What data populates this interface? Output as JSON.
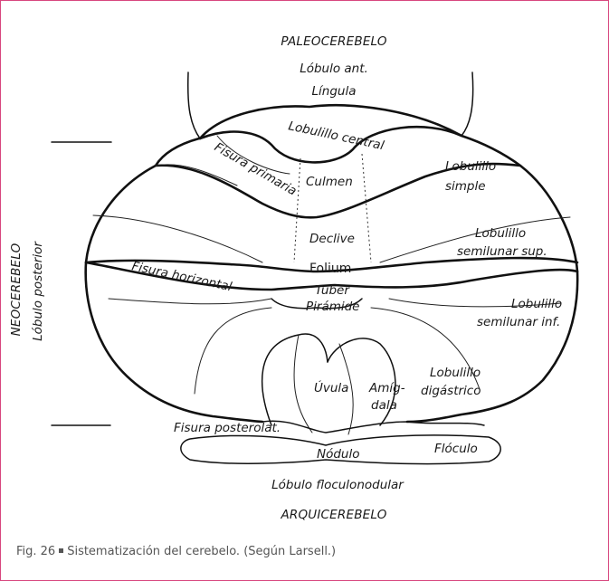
{
  "labels": {
    "paleocerebelo": "PALEOCEREBELO",
    "lobulo_ant": "Lóbulo ant.",
    "lingula": "Língula",
    "lobulillo_central": "Lobulillo central",
    "fisura_primaria": "Fisura primaria",
    "culmen": "Culmen",
    "lobulillo_simple_1": "Lobulillo",
    "lobulillo_simple_2": "simple",
    "declive": "Declive",
    "lobulillo_sem_sup_1": "Lobulillo",
    "lobulillo_sem_sup_2": "semilunar sup.",
    "folium": "Folium",
    "fisura_horizontal": "Fisura horizontal",
    "tuber": "Tuber",
    "piramide": "Pirámide",
    "lobulillo_sem_inf_1": "Lobulillo",
    "lobulillo_sem_inf_2": "semilunar inf.",
    "neocerebelo": "NEOCEREBELO",
    "lobulo_posterior": "Lóbulo posterior",
    "uvula": "Úvula",
    "amigdala_1": "Amíg-",
    "amigdala_2": "dala",
    "lobulillo_dig_1": "Lobulillo",
    "lobulillo_dig_2": "digástrico",
    "fisura_posterolat": "Fisura posterolat.",
    "nodulo": "Nódulo",
    "floculo": "Flóculo",
    "lobulo_floculonodular": "Lóbulo floculonodular",
    "arquicerebelo": "ARQUICEREBELO"
  },
  "caption": {
    "fig": "Fig. 26",
    "text": "Sistematización del cerebelo. (Según Larsell.)"
  }
}
